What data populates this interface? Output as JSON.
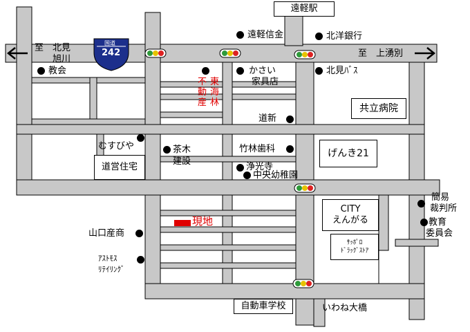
{
  "map": {
    "station": "遠軽駅",
    "route_sign": {
      "header": "国道",
      "number": "242"
    },
    "directions": {
      "west_to": "至",
      "west_dest1": "北見",
      "west_dest2": "旭川",
      "east_to": "至",
      "east_dest": "上湧別"
    },
    "places": {
      "engaru_shinkin": "遠軽信金",
      "hokuyo_bank": "北洋銀行",
      "church": "教会",
      "kasai": "かさい",
      "kasai2": "家具店",
      "kitami_bus": "北見ﾊﾞｽ",
      "fudosan": "不動産",
      "tokairin": "東海林",
      "doshin": "道新",
      "kyoritsu_hospital": "共立病院",
      "musubiya": "むすびや",
      "doei_jutaku": "道営住宅",
      "chaki": "茶木",
      "chaki2": "建設",
      "takebayashi_dental": "竹林歯科",
      "genki21": "げんき21",
      "jokoji": "浄光寺",
      "chuo_kindergarten": "中央幼稚園",
      "kani_court": "簡易",
      "kani_court2": "裁判所",
      "city_engaru": "CITY",
      "city_engaru2": "えんがる",
      "kyoiku": "教育",
      "kyoiku2": "委員会",
      "yamaguchi": "山口産商",
      "astomos": "ｱｽﾄﾓｽ",
      "astomos2": "ﾘﾃｲﾘﾝｸﾞ",
      "sapporo_drug": "ｻｯﾎﾟﾛ",
      "sapporo_drug2": "ﾄﾞﾗｯｸﾞｽﾄｱ",
      "driving_school": "自動車学校",
      "iwane_bridge": "いわね大橋",
      "site": "現地"
    },
    "colors": {
      "site": "#e00000",
      "road": "#c8c8c8",
      "route_sign": "#1c2f8c"
    }
  }
}
